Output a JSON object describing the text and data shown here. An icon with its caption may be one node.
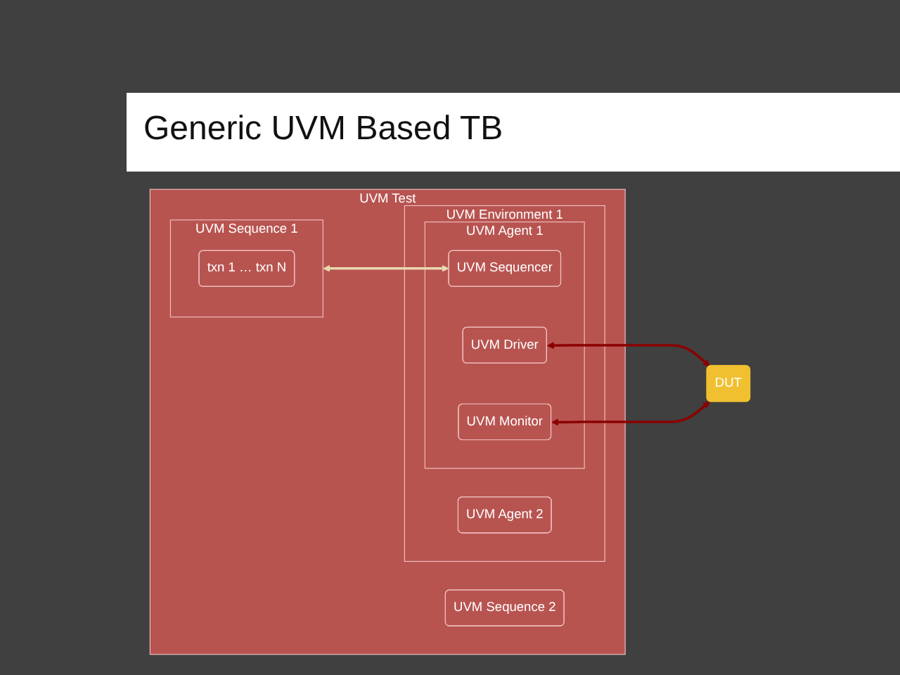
{
  "diagram": {
    "title": "Generic UVM Based TB",
    "nodes": [
      {
        "text": [
          "UVM Test"
        ]
      },
      {
        "text": [
          "UVM Sequence 1"
        ],
        "in": 0
      },
      {
        "text": [
          "txn 1 … txn N"
        ],
        "in": 1
      },
      {
        "text": [
          "UVM Sequence 2"
        ],
        "in": 0
      },
      {
        "text": [
          "UVM Environment 1"
        ],
        "in": 0
      },
      {
        "text": [
          "UVM Agent 1"
        ],
        "in": 4
      },
      {
        "text": [
          "UVM Sequencer"
        ],
        "in": 5
      },
      {
        "text": [
          "UVM Driver"
        ],
        "in": 5
      },
      {
        "text": [
          "UVM Monitor"
        ],
        "in": 5
      },
      {
        "text": [
          "UVM Agent 2"
        ],
        "in": 4
      },
      {
        "text": [
          "DUT"
        ]
      }
    ],
    "edges": [
      {
        "from": 1,
        "to": 6,
        "arrow": "both",
        "color": "#e8d8b0"
      },
      {
        "from": 7,
        "to": 10,
        "arrow": "both"
      },
      {
        "from": 8,
        "to": 10,
        "arrow": "both"
      }
    ]
  }
}
